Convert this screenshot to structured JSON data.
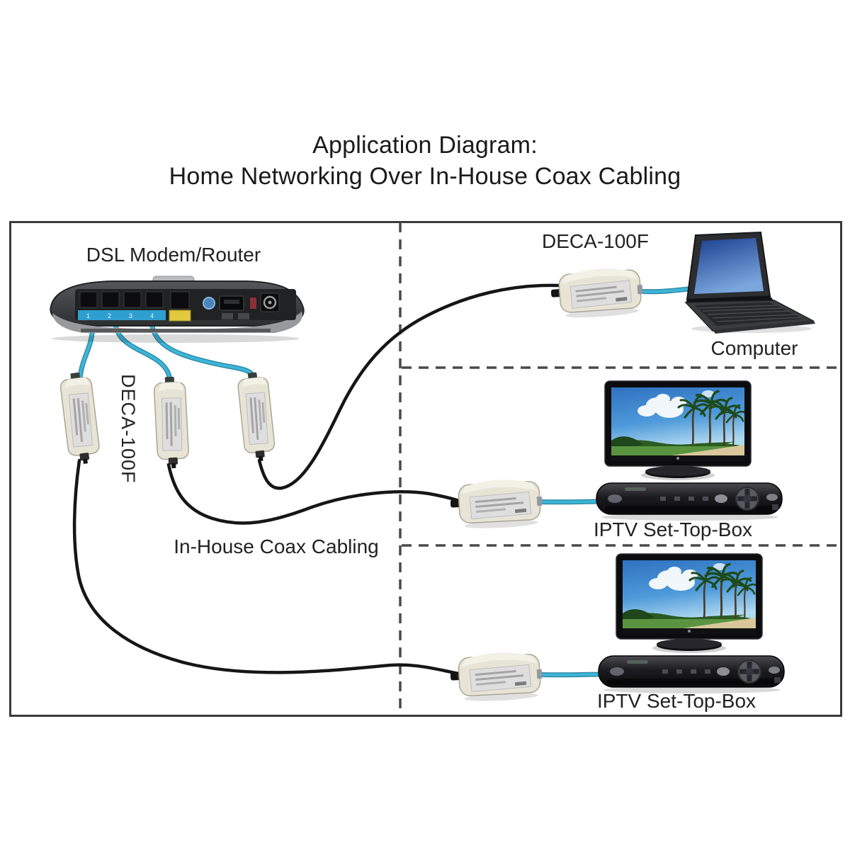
{
  "title": {
    "line1": "Application Diagram:",
    "line2": "Home Networking Over In-House Coax Cabling"
  },
  "labels": {
    "modem_router": "DSL Modem/Router",
    "deca_vertical": "DECA-100F",
    "deca_top_right": "DECA-100F",
    "computer": "Computer",
    "iptv_middle": "IPTV Set-Top-Box",
    "iptv_bottom": "IPTV Set-Top-Box",
    "coax_cabling": "In-House Coax Cabling"
  },
  "devices": [
    "dsl-modem-router",
    "deca-100f-adapter-1",
    "deca-100f-adapter-2",
    "deca-100f-adapter-3",
    "deca-100f-adapter-computer",
    "deca-100f-adapter-iptv-middle",
    "deca-100f-adapter-iptv-bottom",
    "laptop-computer",
    "tv-middle",
    "tv-bottom",
    "set-top-box-middle",
    "set-top-box-bottom"
  ],
  "colors": {
    "ethernet_cable": "#35b0d4",
    "ethernet_cable_edge": "#1b7e9e",
    "coax_cable": "#161616",
    "adapter_body": "#e7e4d6",
    "adapter_sticker": "#dedede",
    "router_port_strip": "#2e9fd0",
    "router_wan_port": "#e3c93e",
    "dashed_divider": "#4a4a4a",
    "frame_border": "#3b3b3b",
    "tv_sky": "#3e8ed2",
    "label_text": "#222222"
  }
}
